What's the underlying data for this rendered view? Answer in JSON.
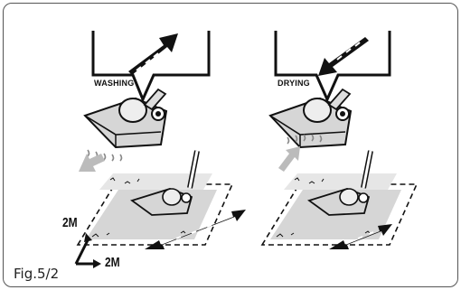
{
  "figure": {
    "label": "Fig.5/2"
  },
  "panels": [
    {
      "id": "left",
      "mode_label": "WASHING",
      "airflow_direction": "up-right"
    },
    {
      "id": "right",
      "mode_label": "DRYING",
      "airflow_direction": "down-left"
    }
  ],
  "dimensions": {
    "vertical": "2M",
    "horizontal": "2M"
  },
  "colors": {
    "stroke": "#111111",
    "zone_fill": "#c9c9c9",
    "frame": "#555555",
    "water": "#8a8a8a"
  }
}
